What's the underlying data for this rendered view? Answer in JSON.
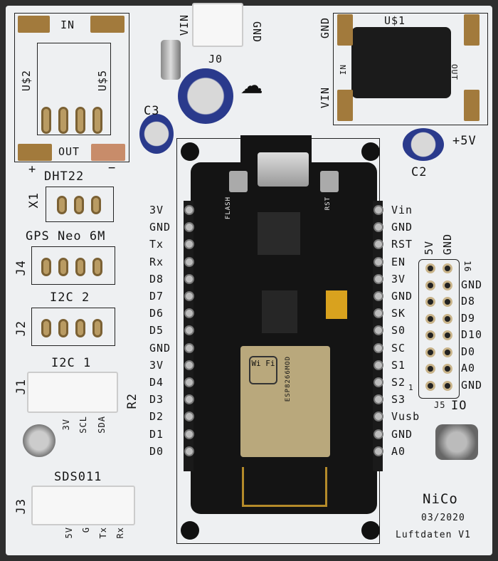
{
  "board": {
    "regulator_area": {
      "in_label": "IN",
      "out_label": "OUT",
      "left_ref": "U$2",
      "right_ref": "U$5",
      "plus": "+",
      "minus": "−"
    },
    "power_jack": {
      "vin": "VIN",
      "gnd": "GND",
      "ref": "J0"
    },
    "caps": {
      "c3": "C3",
      "c2": "C2",
      "plus5v": "+5V"
    },
    "buck": {
      "ref": "U$1",
      "gnd": "GND",
      "vin": "VIN",
      "in": "IN",
      "out": "OUT"
    },
    "connectors": {
      "dht": {
        "title": "DHT22",
        "ref": "X1"
      },
      "gps": {
        "title": "GPS Neo 6M",
        "ref": "J4"
      },
      "i2c2": {
        "title": "I2C 2",
        "ref": "J2"
      },
      "i2c1": {
        "title": "I2C 1",
        "ref": "J1",
        "pins": [
          "3V",
          "SCL",
          "SDA"
        ]
      },
      "sds": {
        "title": "SDS011",
        "ref": "J3",
        "pins": [
          "5V",
          "G",
          "Tx",
          "Rx"
        ]
      },
      "r2": "R2"
    },
    "left_pins": [
      "3V",
      "GND",
      "Tx",
      "Rx",
      "D8",
      "D7",
      "D6",
      "D5",
      "GND",
      "3V",
      "D4",
      "D3",
      "D2",
      "D1",
      "D0"
    ],
    "right_pins": [
      "Vin",
      "GND",
      "RST",
      "EN",
      "3V",
      "GND",
      "SK",
      "S0",
      "SC",
      "S1",
      "S2",
      "S3",
      "Vusb",
      "GND",
      "A0"
    ],
    "j5": {
      "top": [
        "5V",
        "GND"
      ],
      "right": [
        "GND",
        "D8",
        "D9",
        "D10",
        "D0",
        "A0",
        "GND"
      ],
      "pin16": "16",
      "pin1": "1",
      "ref": "J5",
      "io": "IO"
    },
    "mcu": {
      "flash": "FLASH",
      "rst": "RST",
      "wifi": "Wi Fi",
      "module": "ESP8266MOD"
    },
    "credit": {
      "name": "NiCo",
      "date": "03/2020",
      "project": "Luftdaten V1"
    }
  }
}
